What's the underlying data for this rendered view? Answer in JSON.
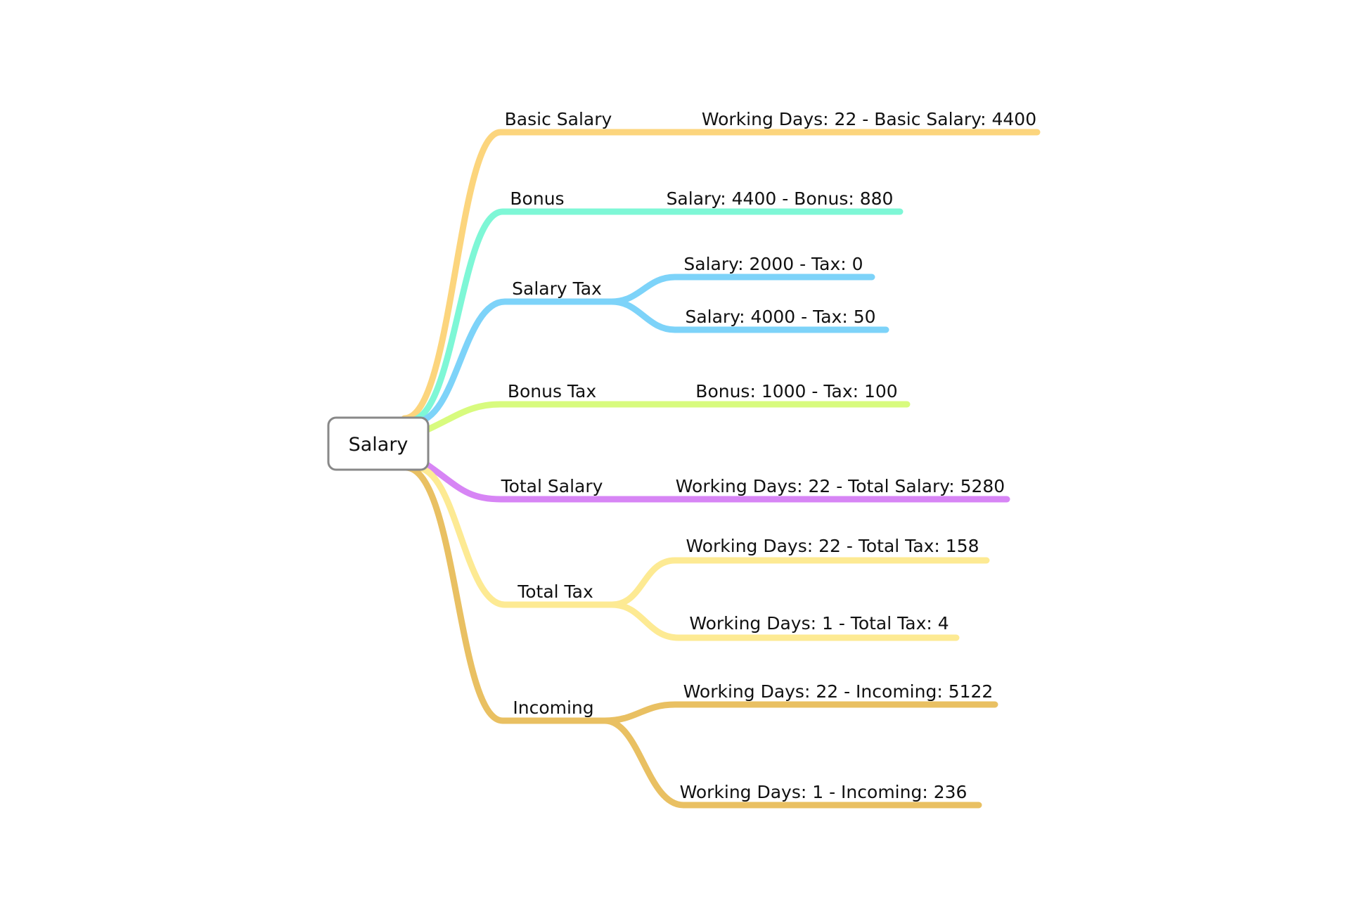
{
  "root": {
    "label": "Salary"
  },
  "colors": {
    "basic_salary": "#fcd57d",
    "bonus": "#7ef7d6",
    "salary_tax": "#7dd3f9",
    "bonus_tax": "#d8fb7e",
    "total_salary": "#d785f5",
    "total_tax": "#fdea93",
    "incoming": "#e9c062",
    "root_border": "#888888"
  },
  "branches": {
    "basic_salary": {
      "label": "Basic Salary",
      "children": [
        "Working Days: 22 - Basic Salary: 4400"
      ]
    },
    "bonus": {
      "label": "Bonus",
      "children": [
        "Salary: 4400 - Bonus: 880"
      ]
    },
    "salary_tax": {
      "label": "Salary Tax",
      "children": [
        "Salary: 2000 - Tax: 0",
        "Salary: 4000 - Tax: 50"
      ]
    },
    "bonus_tax": {
      "label": "Bonus Tax",
      "children": [
        "Bonus: 1000 - Tax: 100"
      ]
    },
    "total_salary": {
      "label": "Total Salary",
      "children": [
        "Working Days: 22 - Total Salary: 5280"
      ]
    },
    "total_tax": {
      "label": "Total Tax",
      "children": [
        "Working Days: 22 - Total Tax: 158",
        "Working Days: 1 - Total Tax: 4"
      ]
    },
    "incoming": {
      "label": "Incoming",
      "children": [
        "Working Days: 22 - Incoming: 5122",
        "Working Days: 1 - Incoming: 236"
      ]
    }
  }
}
